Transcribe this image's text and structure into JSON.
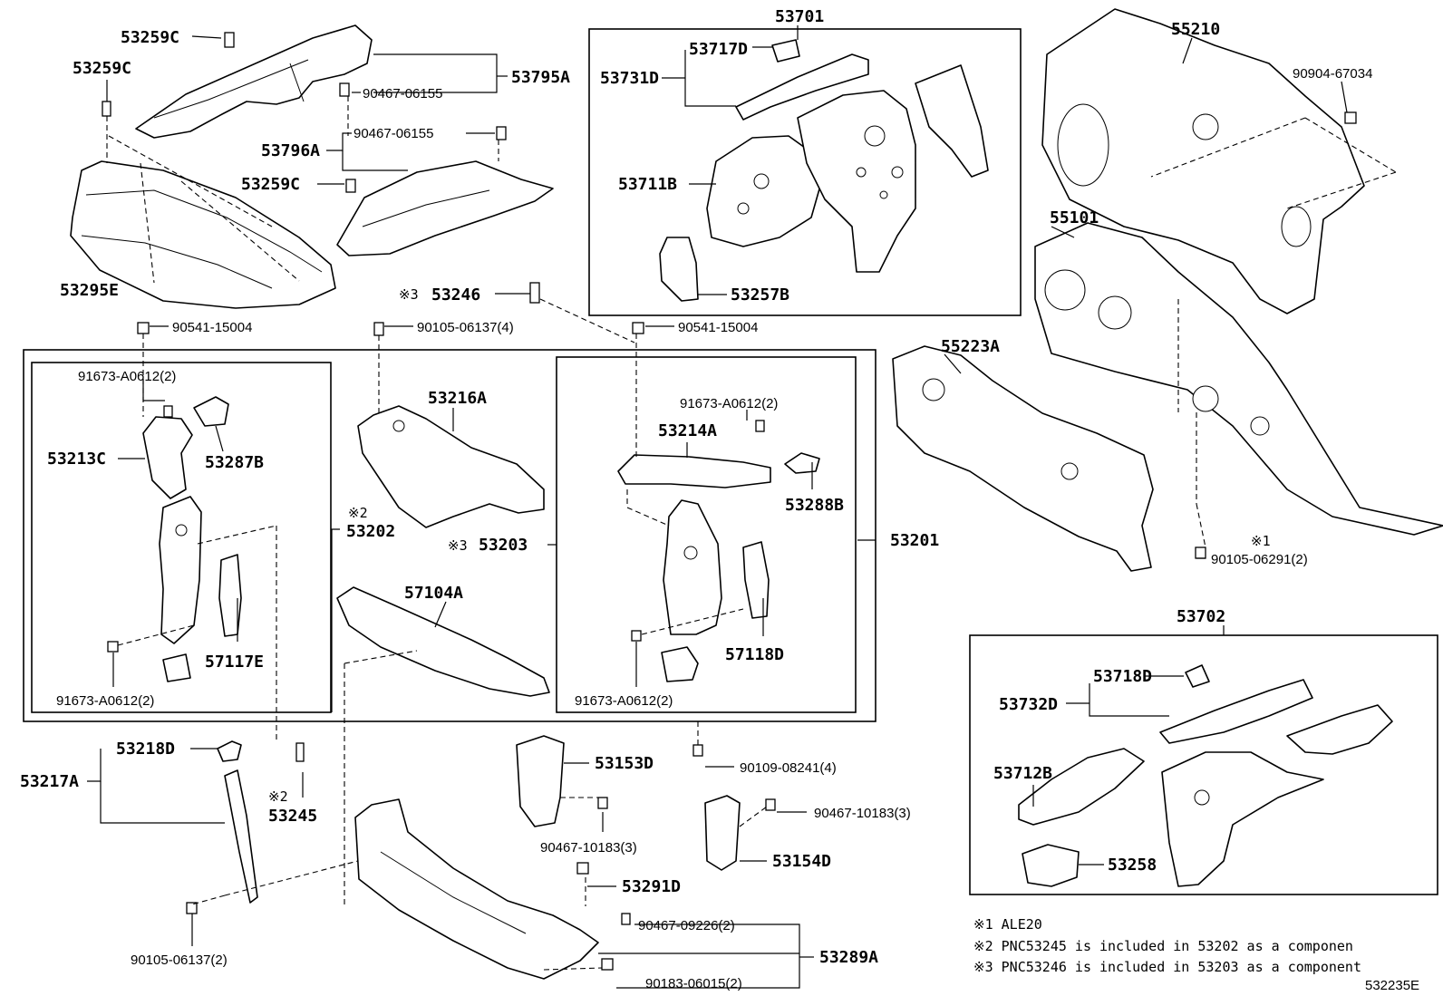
{
  "labels": {
    "p53259C_a": "53259C",
    "p53259C_b": "53259C",
    "p53259C_c": "53259C",
    "p53795A": "53795A",
    "p90467_06155_a": "90467-06155",
    "p90467_06155_b": "90467-06155",
    "p53796A": "53796A",
    "p53295E": "53295E",
    "p53701": "53701",
    "p53717D": "53717D",
    "p53731D": "53731D",
    "p53711B": "53711B",
    "p53257B": "53257B",
    "p55210": "55210",
    "p90904_67034": "90904-67034",
    "p55101": "55101",
    "p53246": "53246",
    "p90541_15004_a": "90541-15004",
    "p90105_06137_4": "90105-06137(4)",
    "p90541_15004_b": "90541-15004",
    "p55223A": "55223A",
    "p91673_A0612_a": "91673-A0612(2)",
    "p53216A": "53216A",
    "p91673_A0612_b": "91673-A0612(2)",
    "p53214A": "53214A",
    "p53213C": "53213C",
    "p53287B": "53287B",
    "p53288B": "53288B",
    "p53202": "53202",
    "p53203": "53203",
    "p53201": "53201",
    "p90105_06291": "90105-06291(2)",
    "p57104A": "57104A",
    "p57117E": "57117E",
    "p57118D": "57118D",
    "p91673_A0612_c": "91673-A0612(2)",
    "p91673_A0612_d": "91673-A0612(2)",
    "p53702": "53702",
    "p53718D": "53718D",
    "p53732D": "53732D",
    "p53712B": "53712B",
    "p53258": "53258",
    "p53218D": "53218D",
    "p53217A": "53217A",
    "p53245": "53245",
    "p53153D": "53153D",
    "p90109_08241": "90109-08241(4)",
    "p90467_10183_a": "90467-10183(3)",
    "p90467_10183_b": "90467-10183(3)",
    "p53154D": "53154D",
    "p53291D": "53291D",
    "p90467_09226": "90467-09226(2)",
    "p53289A": "53289A",
    "p90183_06015": "90183-06015(2)",
    "p90105_06137_2": "90105-06137(2)"
  },
  "marks": {
    "m1": "※1",
    "m2": "※2",
    "m3": "※3"
  },
  "notes": {
    "n1": "※1 ALE20",
    "n2": "※2 PNC53245 is included in 53202 as a componen",
    "n3": "※3 PNC53246 is included in 53203 as a component"
  },
  "diagram_code": "532235E"
}
